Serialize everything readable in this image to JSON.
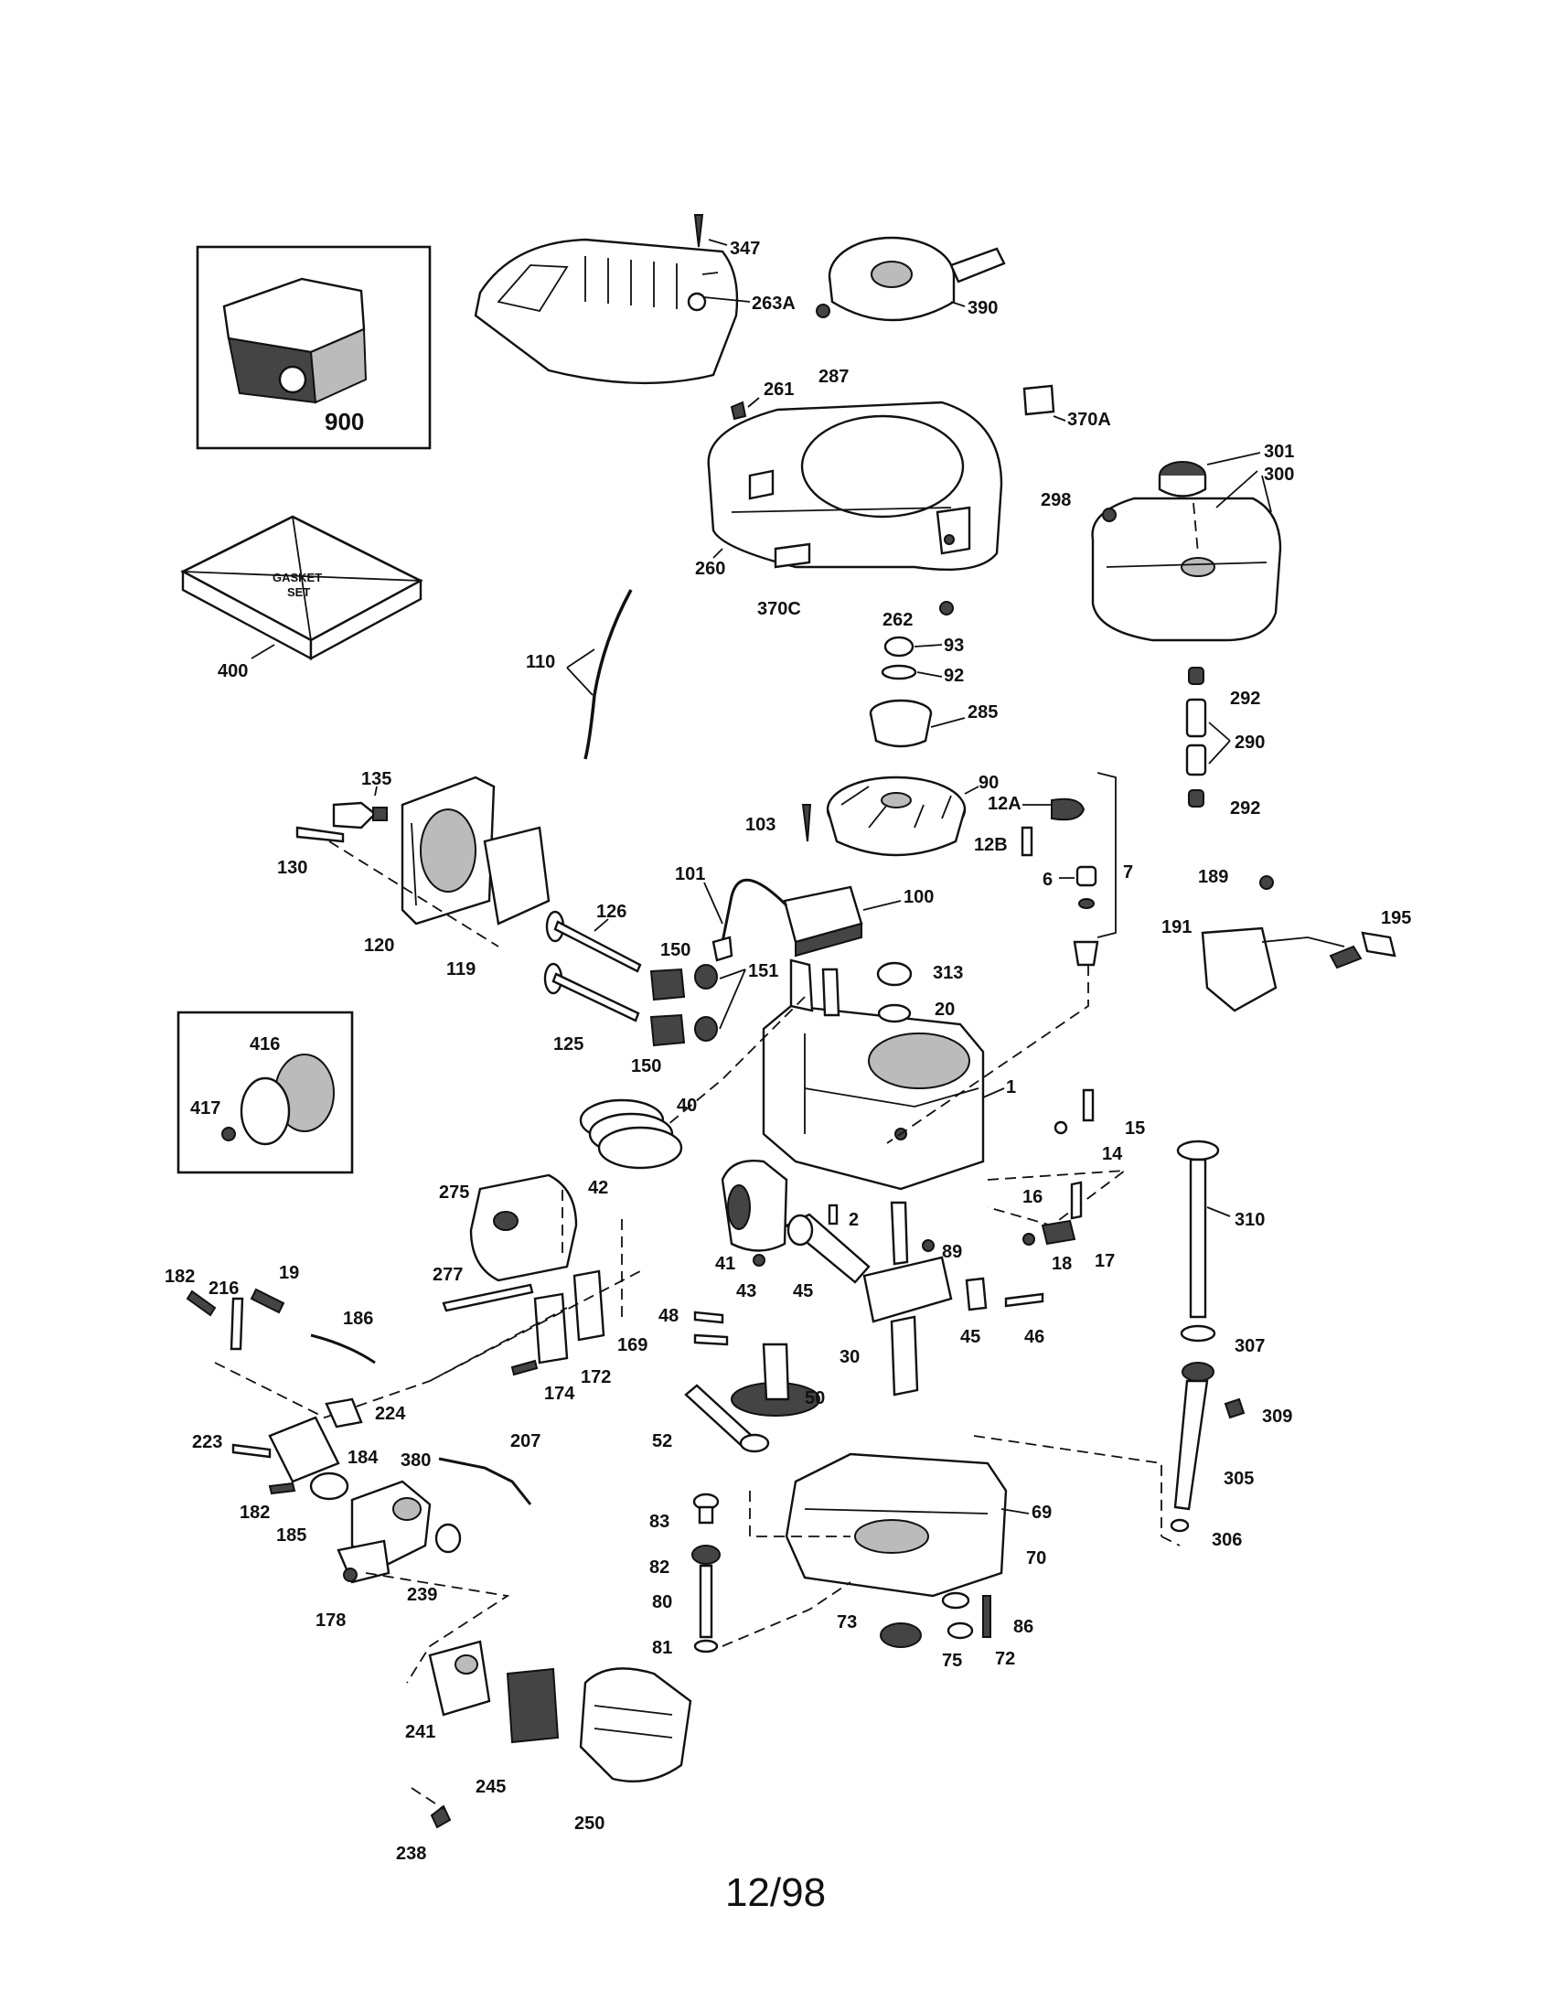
{
  "footer": {
    "date_code": "12/98"
  },
  "callouts": {
    "c347": "347",
    "c263A": "263A",
    "c390": "390",
    "c287": "287",
    "c261": "261",
    "c370A": "370A",
    "c900": "900",
    "c301": "301",
    "c300": "300",
    "c298": "298",
    "c260": "260",
    "c370C": "370C",
    "c262": "262",
    "c400": "400",
    "c110": "110",
    "c93": "93",
    "c92": "92",
    "c285": "285",
    "c292a": "292",
    "c290": "290",
    "c292b": "292",
    "c135": "135",
    "c90": "90",
    "c12A": "12A",
    "c130": "130",
    "c103": "103",
    "c12B": "12B",
    "c7": "7",
    "c6": "6",
    "c101": "101",
    "c100": "100",
    "c120": "120",
    "c126": "126",
    "c119": "119",
    "c150a": "150",
    "c189": "189",
    "c195": "195",
    "c191": "191",
    "c313": "313",
    "c20": "20",
    "c125": "125",
    "c151": "151",
    "c416": "416",
    "c150b": "150",
    "c1": "1",
    "c417": "417",
    "c40": "40",
    "c15": "15",
    "c14": "14",
    "c42": "42",
    "c16": "16",
    "c275": "275",
    "c310": "310",
    "c2": "2",
    "c89": "89",
    "c41": "41",
    "c18": "18",
    "c17": "17",
    "c182a": "182",
    "c216": "216",
    "c19": "19",
    "c277": "277",
    "c43": "43",
    "c186": "186",
    "c45a": "45",
    "c45b": "45",
    "c46": "46",
    "c48": "48",
    "c169": "169",
    "c30": "30",
    "c307": "307",
    "c172": "172",
    "c174": "174",
    "c50": "50",
    "c224": "224",
    "c309": "309",
    "c223": "223",
    "c207": "207",
    "c184": "184",
    "c380": "380",
    "c52": "52",
    "c305": "305",
    "c182b": "182",
    "c185": "185",
    "c69": "69",
    "c83": "83",
    "c70": "70",
    "c306": "306",
    "c82": "82",
    "c239": "239",
    "c80": "80",
    "c178": "178",
    "c73": "73",
    "c86": "86",
    "c81": "81",
    "c75": "75",
    "c72": "72",
    "c241": "241",
    "c245": "245",
    "c250": "250",
    "c238": "238"
  },
  "inset_labels": {
    "gasket_line1": "GASKET",
    "gasket_line2": "SET"
  }
}
